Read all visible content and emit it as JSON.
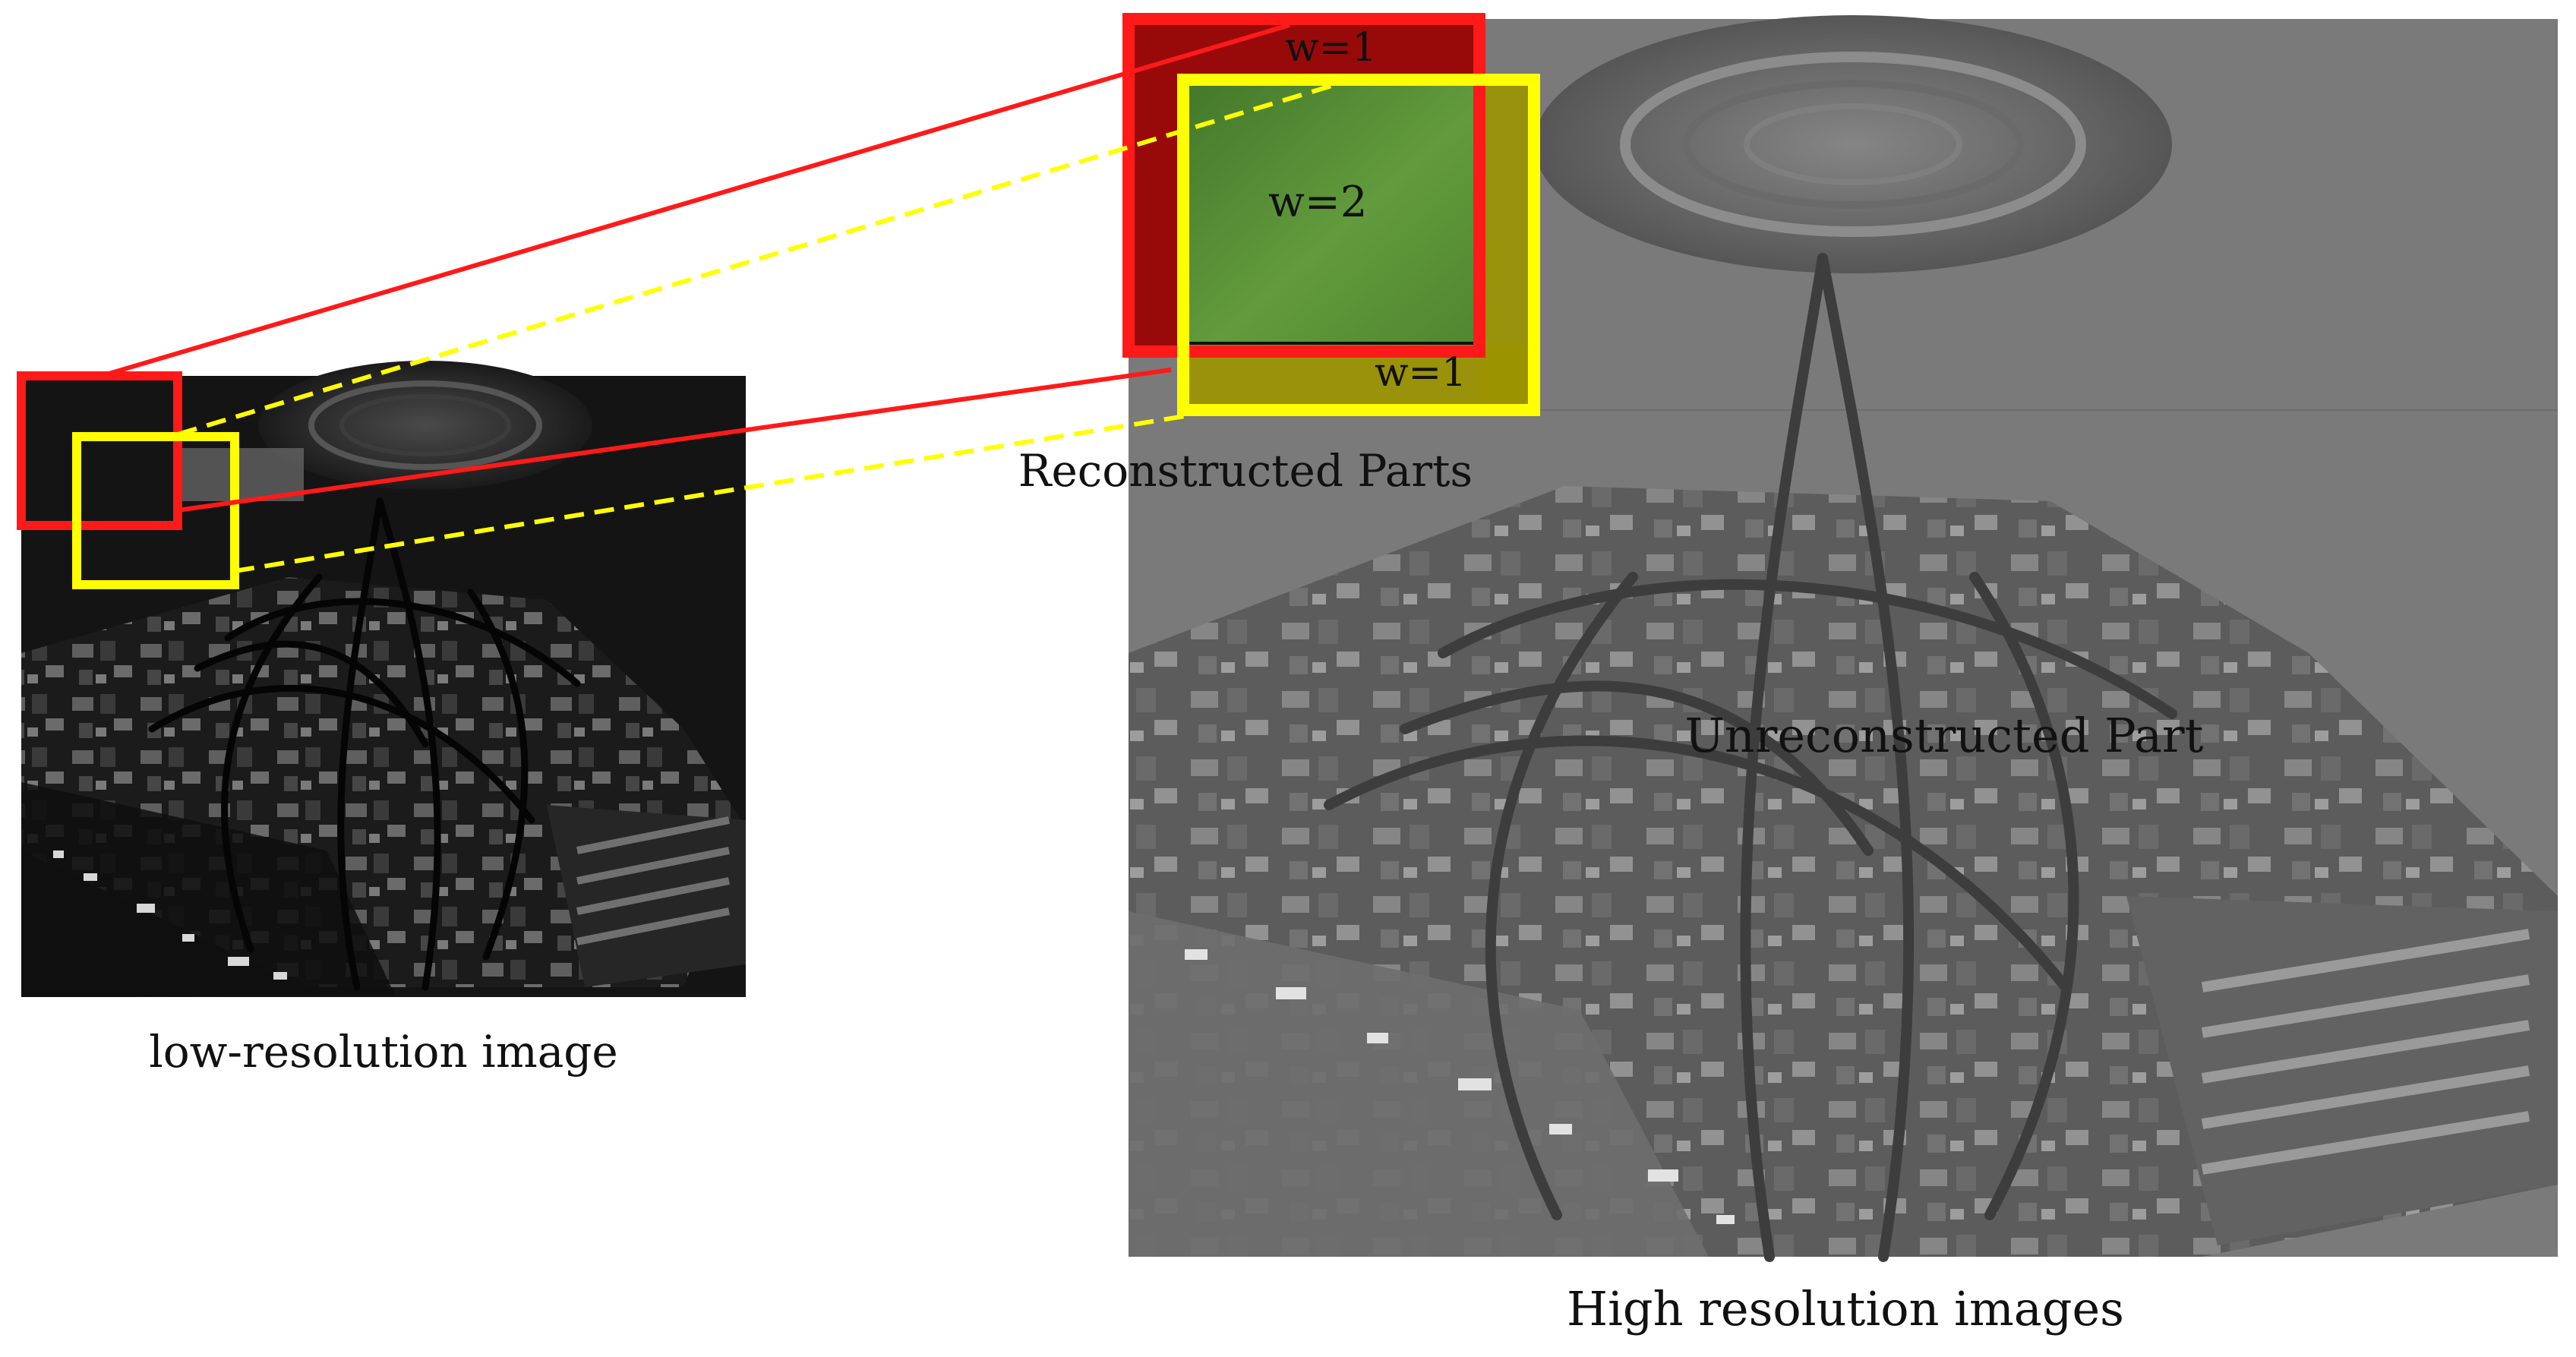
{
  "labels": {
    "low_res_caption": "low-resolution image",
    "high_res_caption": "High resolution images",
    "reconstructed_parts": "Reconstructed Parts",
    "unreconstructed_part": "Unreconstructed Part",
    "weight_top": "w=1",
    "weight_middle": "w=2",
    "weight_bottom": "w=1"
  },
  "colors": {
    "red_box": "#ff1a1a",
    "yellow_box": "#ffff00",
    "overlap_green": "#5a9e3c",
    "dark_red_fill": "#9a0000",
    "olive_fill": "#9b9400",
    "highres_gray": "#7a7a7a",
    "lowres_dark": "#141414"
  }
}
